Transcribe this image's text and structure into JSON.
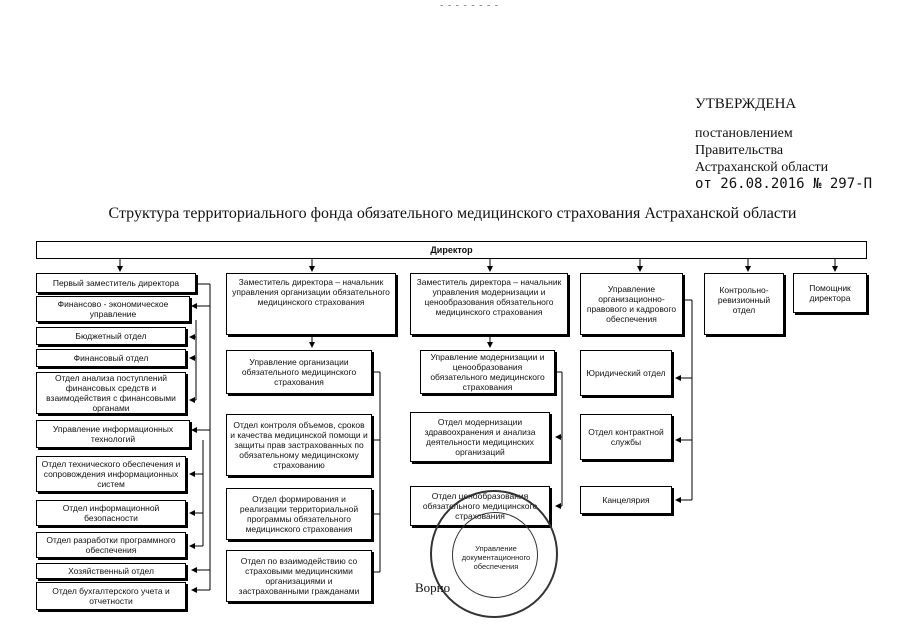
{
  "approval": {
    "heading": "УТВЕРЖДЕНА",
    "line1": "постановлением",
    "line2": "Правительства",
    "line3": "Астраханской области",
    "date_line": "от  26.08.2016 № 297-П"
  },
  "title": "Структура территориального фонда обязательного медицинского страхования Астраханской области",
  "director": "Директор",
  "col1": {
    "head": "Первый заместитель директора",
    "items": [
      "Финансово - экономическое управление",
      "Бюджетный отдел",
      "Финансовый отдел",
      "Отдел анализа поступлений финансовых средств и взаимодействия с финансовыми органами",
      "Управление информационных технологий",
      "Отдел технического обеспечения и сопровождения информационных систем",
      "Отдел информационной безопасности",
      "Отдел разработки программного обеспечения",
      "Хозяйственный отдел",
      "Отдел бухгалтерского учета и отчетности"
    ]
  },
  "col2": {
    "head": "Заместитель директора – начальник управления организации обязательного медицинского страхования",
    "dept": "Управление организации обязательного медицинского страхования",
    "items": [
      "Отдел контроля объемов, сроков и качества медицинской помощи и защиты прав застрахованных по обязательному медицинскому страхованию",
      "Отдел формирования и реализации территориальной программы обязательного медицинского страхования",
      "Отдел по взаимодействию со страховыми медицинскими организациями и застрахованными гражданами"
    ]
  },
  "col3": {
    "head": "Заместитель директора – начальник управления модернизации и ценообразования обязательного медицинского страхования",
    "dept": "Управление модернизации и ценообразования обязательного медицинского страхования",
    "items": [
      "Отдел модернизации здравоохранения и анализа деятельности медицинских организаций",
      "Отдел ценообразования обязательного медицинского страхования"
    ]
  },
  "col4": {
    "head": "Управление организационно-правового и кадрового обеспечения",
    "items": [
      "Юридический отдел",
      "Отдел контрактной службы",
      "Канцелярия"
    ]
  },
  "col5": {
    "head": "Контрольно-ревизионный отдел"
  },
  "col6": {
    "head": "Помощник директора"
  },
  "stamp": {
    "text": "Управление документационного обеспечения"
  },
  "signature": "Ворно"
}
